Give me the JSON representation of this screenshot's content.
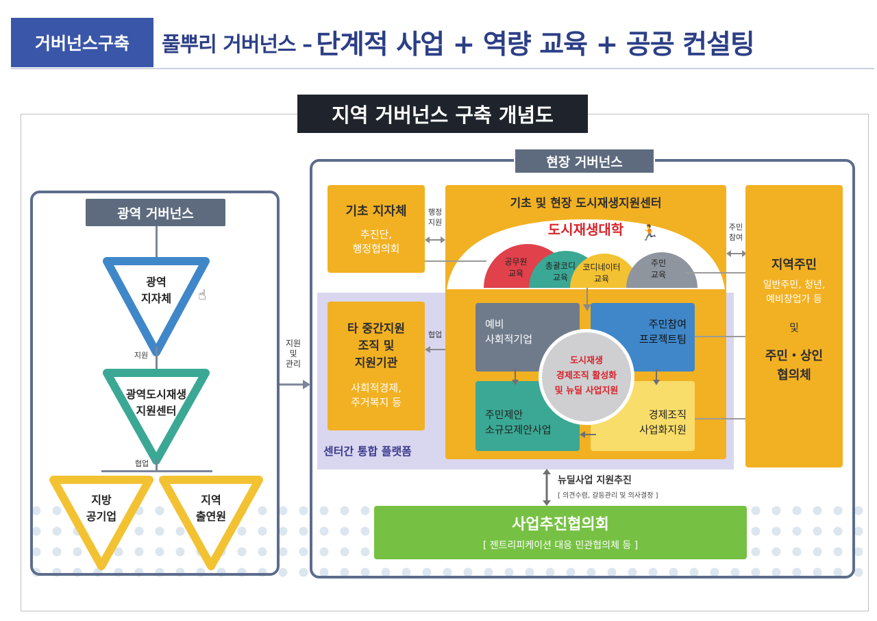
{
  "header": {
    "badge": "거버넌스구축",
    "subtitle": "풀뿌리 거버넌스 –",
    "title": "단계적 사업 + 역량 교육 + 공공 컨설팅"
  },
  "diagram": {
    "title": "지역 거버넌스 구축 개념도",
    "regional": {
      "label": "광역 거버넌스",
      "top": "광역\n지자체",
      "middle": "광역도시재생\n지원센터",
      "link_support": "지원",
      "link_coop": "협업",
      "left": "지방\n공기업",
      "right": "지역\n출연원"
    },
    "arrow_support_manage": "지원\n및\n관리",
    "field": {
      "label": "현장 거버넌스",
      "basic_gov": {
        "title": "기초 지자체",
        "sub": "추진단,\n행정협의회"
      },
      "admin_support": "행정\n지원",
      "other_support": {
        "title": "타 중간지원\n조직 및\n지원기관",
        "sub": "사회적경제,\n주거복지 등"
      },
      "coop": "협업",
      "platform": "센터간 통합 플랫폼",
      "center": {
        "title": "기초 및 현장 도시재생지원센터",
        "university": "도시재생대학",
        "edu": [
          "공무원\n교육",
          "총괄코디\n교육",
          "코디네이터\n교육",
          "주민\n교육"
        ],
        "q_tl": "예비\n사회적기업",
        "q_tr": "주민참여\n프로젝트팀",
        "q_bl": "주민제안\n소규모제안사업",
        "q_br": "경제조직\n사업화지원",
        "circle": "도시재생\n경제조직 활성화\n및 뉴딜 사업지원"
      },
      "resident_participation": "주민\n참여",
      "residents": {
        "title": "지역주민",
        "sub": "일반주민, 청년,\n예비창업가 등",
        "and": "및",
        "council": "주민・상인\n협의체"
      },
      "newdeal": "뉴딜사업 지원추진",
      "newdeal_sub": "[ 의견수렴, 갈등관리 및 의사결정 ]",
      "committee": {
        "title": "사업추진협의회",
        "sub": "[ 젠트리피케이션 대응 민관협의체 등 ]"
      }
    }
  },
  "colors": {
    "badge": "#3a56a8",
    "title": "#2c3f86",
    "orange": "#f2b122",
    "blue_tri": "#3f87c9",
    "teal_tri": "#3aa894",
    "yellow_tri": "#f3c233",
    "green": "#76c143",
    "red_text": "#d8232a"
  }
}
